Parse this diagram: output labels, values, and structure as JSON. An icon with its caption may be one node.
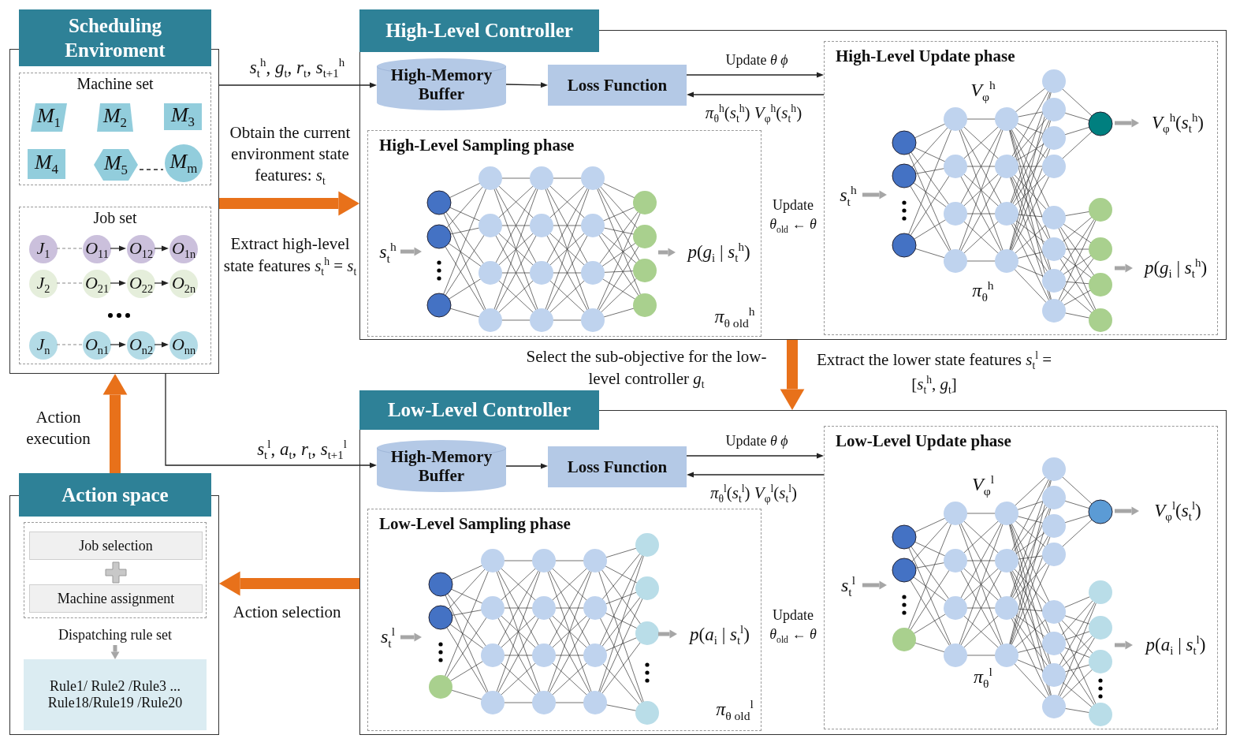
{
  "diagram": {
    "nodes": [
      {
        "text": [
          "Scheduling Enviroment"
        ]
      },
      {
        "text": [
          "Machine set"
        ],
        "in": 0
      },
      {
        "text": [
          "*M*$_{1}$"
        ],
        "in": 1
      },
      {
        "text": [
          "*M*$_{2}$"
        ],
        "in": 1
      },
      {
        "text": [
          "*M*$_{3}$"
        ],
        "in": 1
      },
      {
        "text": [
          "*M*$_{4}$"
        ],
        "in": 1
      },
      {
        "text": [
          "*M*$_{5}$"
        ],
        "in": 1
      },
      {
        "text": [
          "*M*$_{m}$"
        ],
        "in": 1
      },
      {
        "text": [
          "Job set"
        ],
        "in": 0
      },
      {
        "text": [
          "*J*$_{1}$"
        ],
        "in": 8
      },
      {
        "text": [
          "*O*$_{11}$"
        ],
        "in": 8
      },
      {
        "text": [
          "*O*$_{12}$"
        ],
        "in": 8
      },
      {
        "text": [
          "*O*$_{1n}$"
        ],
        "in": 8
      },
      {
        "text": [
          "*J*$_{2}$"
        ],
        "in": 8
      },
      {
        "text": [
          "*O*$_{21}$"
        ],
        "in": 8
      },
      {
        "text": [
          "*O*$_{22}$"
        ],
        "in": 8
      },
      {
        "text": [
          "*O*$_{2n}$"
        ],
        "in": 8
      },
      {
        "text": [
          "*J*$_{n}$"
        ],
        "in": 8
      },
      {
        "text": [
          "*O*$_{n1}$"
        ],
        "in": 8
      },
      {
        "text": [
          "*O*$_{n2}$"
        ],
        "in": 8
      },
      {
        "text": [
          "*O*$_{nn}$"
        ],
        "in": 8
      },
      {
        "text": [
          "High-Level Controller"
        ]
      },
      {
        "text": [
          "High-Memory Buffer"
        ],
        "in": 21
      },
      {
        "text": [
          "Loss Function"
        ],
        "in": 21
      },
      {
        "text": [
          "High-Level Sampling phase"
        ],
        "in": 21
      },
      {
        "text": [
          "*s*$_{t}$$^{h}$"
        ],
        "in": 24
      },
      {
        "text": [],
        "shape": "picture",
        "in": 24,
        "beside": [
          "*π*$_{θ old}$$^{h}$"
        ]
      },
      {
        "text": [
          "*p*(*g*$_{i}$ | *s*$_{t}$$^{h}$)"
        ],
        "in": 24
      },
      {
        "text": [
          "High-Level Update phase"
        ],
        "in": 21
      },
      {
        "text": [
          "*s*$_{t}$$^{h}$"
        ],
        "in": 28
      },
      {
        "text": [],
        "shape": "picture",
        "in": 28
      },
      {
        "text": [
          "*V*$_{φ}$$^{h}$(*s*$_{t}$$^{h}$)"
        ],
        "in": 28
      },
      {
        "text": [
          "*p*(*g*$_{i}$ | *s*$_{t}$$^{h}$)"
        ],
        "in": 28
      },
      {
        "text": [
          "Low-Level Controller"
        ]
      },
      {
        "text": [
          "High-Memory Buffer"
        ],
        "in": 33
      },
      {
        "text": [
          "Loss Function"
        ],
        "in": 33
      },
      {
        "text": [
          "Low-Level Sampling phase"
        ],
        "in": 33
      },
      {
        "text": [
          "*s*$_{t}$$^{l}$"
        ],
        "in": 36
      },
      {
        "text": [],
        "shape": "picture",
        "in": 36,
        "beside": [
          "*π*$_{θ old}$$^{l}$"
        ]
      },
      {
        "text": [
          "*p*(*a*$_{i}$ | *s*$_{t}$$^{l}$)"
        ],
        "in": 36
      },
      {
        "text": [
          "Low-Level Update phase"
        ],
        "in": 33
      },
      {
        "text": [
          "*s*$_{t}$$^{l}$"
        ],
        "in": 40
      },
      {
        "text": [],
        "shape": "picture",
        "in": 40
      },
      {
        "text": [
          "*V*$_{φ}$$^{l}$(*s*$_{t}$$^{l}$)"
        ],
        "in": 40
      },
      {
        "text": [
          "*p*(*a*$_{i}$ | *s*$_{t}$$^{l}$)"
        ],
        "in": 40
      },
      {
        "text": [
          "Action space"
        ]
      },
      {
        "text": [],
        "shape": "box",
        "in": 45
      },
      {
        "text": [
          "Job selection"
        ],
        "in": 46
      },
      {
        "text": [
          "Machine assignment"
        ],
        "in": 46
      },
      {
        "text": [
          "Dispatching rule set"
        ],
        "in": 45
      },
      {
        "text": [
          "Rule1/ Rule2 /Rule3 ... Rule18/Rule19 /Rule20"
        ],
        "in": 45
      }
    ],
    "edges": [
      {
        "from": 0,
        "to": 22,
        "arrow": "to",
        "label": "*s*$_{t}$$^{h}$, *g*$_{t}$, *r*$_{t}$, *s*$_{t+1}$$^{h}$"
      },
      {
        "from": 0,
        "to": 34,
        "arrow": "to",
        "label": "*s*$_{t}$$^{l}$, *a*$_{t}$, *r*$_{t}$, *s*$_{t+1}$$^{l}$"
      },
      {
        "from": 0,
        "to": 21,
        "arrow": "to",
        "label": "Obtain the current environment state features: *s*$_{t}$",
        "style": "thick",
        "color": "#e8711a"
      },
      {
        "from": 21,
        "to": 33,
        "arrow": "to",
        "label": "Select the  sub-objective for the low-level controller *g*$_{t}$",
        "style": "thick",
        "color": "#e8711a"
      },
      {
        "from": 33,
        "to": 45,
        "arrow": "to",
        "label": "Action selection",
        "style": "thick",
        "color": "#e8711a"
      },
      {
        "from": 45,
        "to": 0,
        "arrow": "to",
        "label": "Action execution",
        "style": "thick",
        "color": "#e8711a"
      },
      {
        "from": 22,
        "to": 23,
        "arrow": "to"
      },
      {
        "from": 23,
        "to": 28,
        "arrow": "to",
        "label": "Update *θ* *ϕ*"
      },
      {
        "from": 28,
        "to": 23,
        "arrow": "to",
        "label": "*π*$_{θ}$$^{h}$(*s*$_{t}$$^{h}$) *V*$_{φ}$$^{h}$(*s*$_{t}$$^{h}$)"
      },
      {
        "from": 25,
        "to": 26,
        "arrow": "to",
        "style": "thick",
        "color": "#a6a6a6"
      },
      {
        "from": 26,
        "to": 27,
        "arrow": "to",
        "style": "thick",
        "color": "#a6a6a6"
      },
      {
        "from": 29,
        "to": 30,
        "arrow": "to",
        "style": "thick",
        "color": "#a6a6a6"
      },
      {
        "from": 30,
        "to": 31,
        "arrow": "to",
        "style": "thick",
        "color": "#a6a6a6"
      },
      {
        "from": 30,
        "to": 32,
        "arrow": "to",
        "style": "thick",
        "color": "#a6a6a6"
      },
      {
        "from": 34,
        "to": 35,
        "arrow": "to"
      },
      {
        "from": 35,
        "to": 40,
        "arrow": "to",
        "label": "Update *θ* *ϕ*"
      },
      {
        "from": 40,
        "to": 35,
        "arrow": "to",
        "label": "*π*$_{θ}$$^{l}$(*s*$_{t}$$^{l}$) *V*$_{φ}$$^{l}$(*s*$_{t}$$^{l}$)"
      },
      {
        "from": 37,
        "to": 38,
        "arrow": "to",
        "style": "thick",
        "color": "#a6a6a6"
      },
      {
        "from": 38,
        "to": 39,
        "arrow": "to",
        "style": "thick",
        "color": "#a6a6a6"
      },
      {
        "from": 41,
        "to": 42,
        "arrow": "to",
        "style": "thick",
        "color": "#a6a6a6"
      },
      {
        "from": 42,
        "to": 43,
        "arrow": "to",
        "style": "thick",
        "color": "#a6a6a6"
      },
      {
        "from": 42,
        "to": 44,
        "arrow": "to",
        "style": "thick",
        "color": "#a6a6a6"
      },
      {
        "from": 9,
        "to": 10,
        "arrow": "none",
        "style": "dashed",
        "color": "#888888"
      },
      {
        "from": 10,
        "to": 11,
        "arrow": "to"
      },
      {
        "from": 11,
        "to": 12,
        "arrow": "to"
      },
      {
        "from": 13,
        "to": 14,
        "arrow": "none",
        "style": "dashed",
        "color": "#888888"
      },
      {
        "from": 14,
        "to": 15,
        "arrow": "to"
      },
      {
        "from": 15,
        "to": 16,
        "arrow": "to"
      },
      {
        "from": 17,
        "to": 18,
        "arrow": "none",
        "style": "dashed",
        "color": "#888888"
      },
      {
        "from": 18,
        "to": 19,
        "arrow": "to"
      },
      {
        "from": 19,
        "to": 20,
        "arrow": "to"
      },
      {
        "from": 49,
        "to": 50,
        "arrow": "to",
        "style": "thick",
        "color": "#a6a6a6"
      }
    ],
    "labels": [
      "Extract high-level state features *s*$_{t}$$^{h}$ = *s*$_{t}$",
      "Update *θ*$_{old}$ ← *θ*",
      "*V*$_{φ}$$^{h}$",
      "*π*$_{θ}$$^{h}$",
      "Extract the lower state features *s*$_{t}$$^{l}$ = [*s*$_{t}$$^{h}$, *g*$_{t}$]",
      "Update *θ*$_{old}$ ← *θ*",
      "*V*$_{φ}$$^{l}$",
      "*π*$_{θ}$$^{l}$"
    ]
  }
}
